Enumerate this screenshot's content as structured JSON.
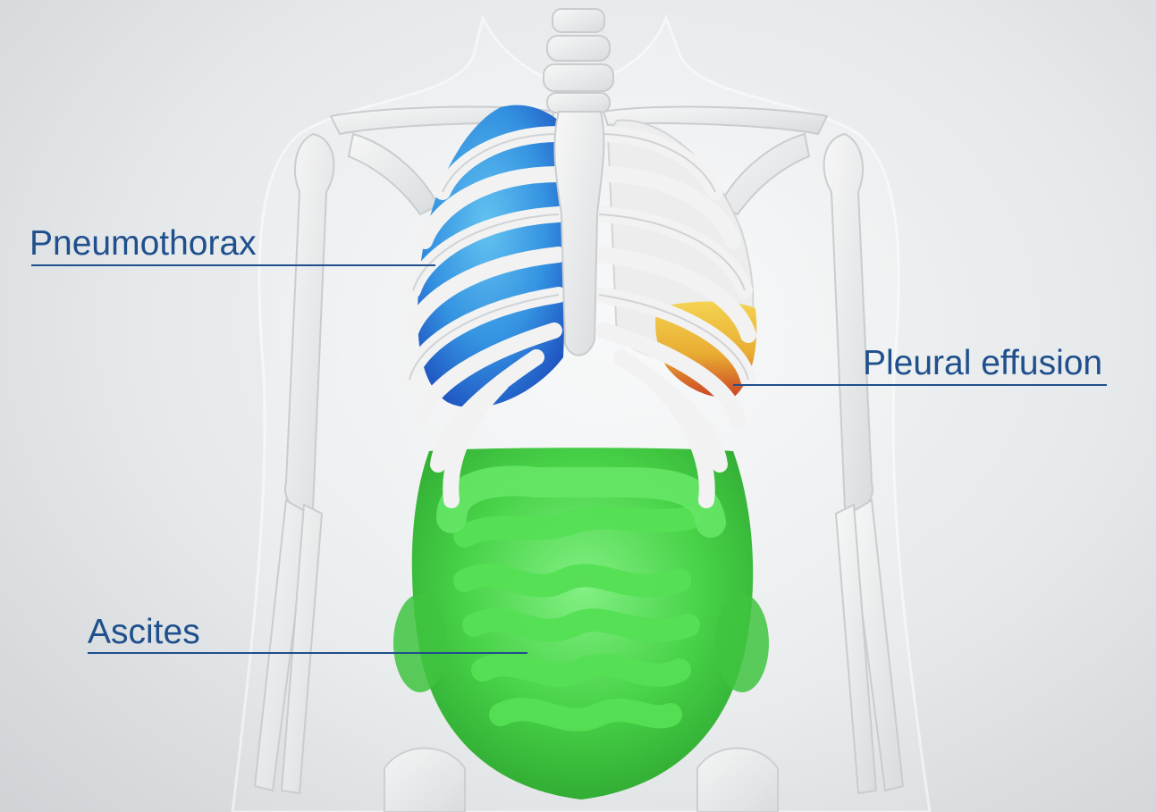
{
  "labels": {
    "pneumothorax": "Pneumothorax",
    "pleural_effusion": "Pleural effusion",
    "ascites": "Ascites"
  },
  "colors": {
    "label_text": "#1f4f8c",
    "leader_line": "#1f4f8c",
    "pneumothorax_blue": "#1e6fd9",
    "pleural_effusion_yellow": "#f0c22a",
    "pleural_effusion_red": "#d04a1a",
    "ascites_green": "#3fd13f",
    "bone": "#eeeeee",
    "background": "#e6e9eb"
  }
}
